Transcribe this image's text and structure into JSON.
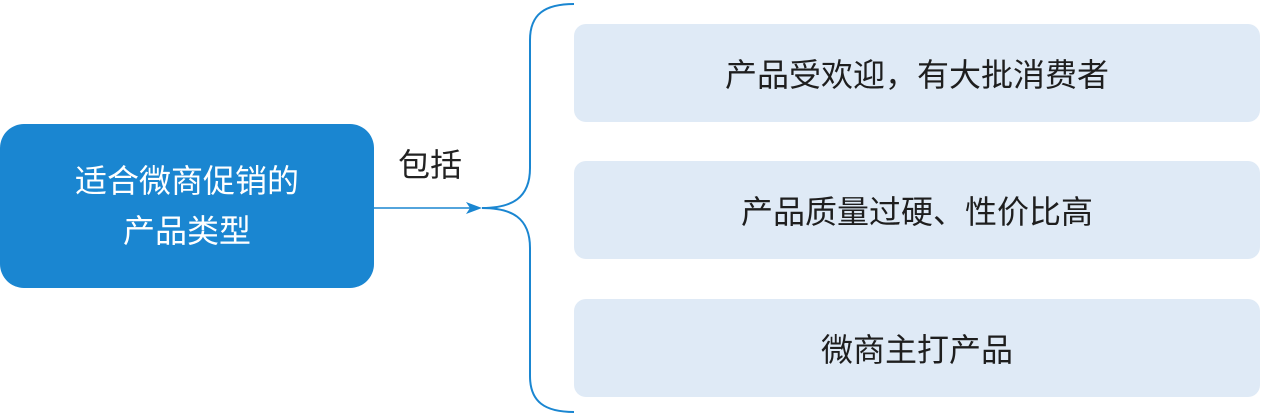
{
  "diagram": {
    "root": {
      "line1": "适合微商促销的",
      "line2": "产品类型"
    },
    "edge_label": "包括",
    "children": [
      {
        "label": "产品受欢迎，有大批消费者"
      },
      {
        "label": "产品质量过硬、性价比高"
      },
      {
        "label": "微商主打产品"
      }
    ],
    "colors": {
      "root_fill": "#1a86d1",
      "child_fill": "#dfeaf6",
      "connector": "#1a86d1"
    }
  }
}
